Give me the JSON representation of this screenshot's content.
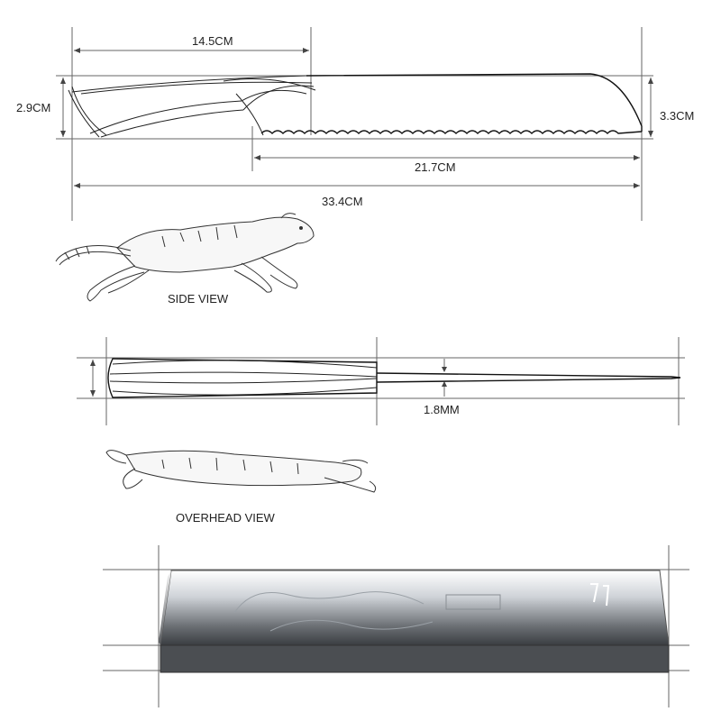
{
  "side_view": {
    "caption": "SIDE VIEW",
    "dims": {
      "handle_length": "14.5CM",
      "handle_height": "2.9CM",
      "blade_height": "3.3CM",
      "blade_length": "21.7CM",
      "total_length": "33.4CM"
    },
    "animal_icon": "running-cheetah-icon"
  },
  "overhead_view": {
    "caption": "OVERHEAD VIEW",
    "dims": {
      "blade_thickness": "1.8MM"
    },
    "animal_icon": "cheetah-top-view-icon"
  },
  "box": {
    "icon": "gift-box-icon"
  }
}
